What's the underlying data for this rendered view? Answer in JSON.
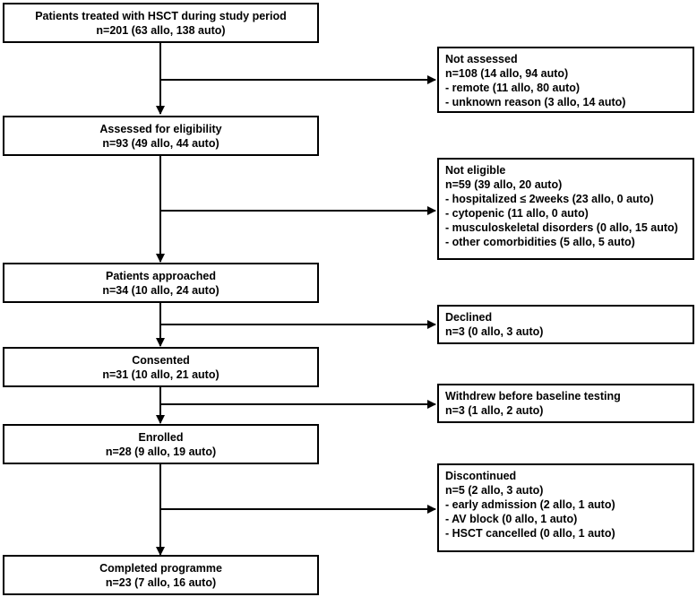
{
  "main_steps": [
    {
      "title": "Patients treated with HSCT during study period",
      "detail": "n=201 (63 allo, 138 auto)"
    },
    {
      "title": "Assessed for eligibility",
      "detail": "n=93 (49 allo, 44 auto)"
    },
    {
      "title": "Patients approached",
      "detail": "n=34 (10 allo, 24 auto)"
    },
    {
      "title": "Consented",
      "detail": "n=31 (10 allo, 21 auto)"
    },
    {
      "title": "Enrolled",
      "detail": "n=28 (9 allo, 19 auto)"
    },
    {
      "title": "Completed programme",
      "detail": "n=23 (7 allo, 16 auto)"
    }
  ],
  "exclusions": [
    {
      "title": "Not assessed",
      "lines": [
        "n=108 (14 allo, 94 auto)",
        "- remote (11 allo, 80 auto)",
        "- unknown reason (3 allo, 14 auto)"
      ]
    },
    {
      "title": "Not eligible",
      "lines": [
        "n=59 (39 allo, 20 auto)",
        "- hospitalized ≤ 2weeks (23 allo, 0 auto)",
        "- cytopenic (11 allo, 0 auto)",
        "- musculoskeletal disorders (0 allo, 15 auto)",
        "- other comorbidities (5 allo, 5 auto)"
      ]
    },
    {
      "title": "Declined",
      "lines": [
        "n=3 (0 allo, 3 auto)"
      ]
    },
    {
      "title": "Withdrew before baseline testing",
      "lines": [
        "n=3 (1 allo, 2 auto)"
      ]
    },
    {
      "title": "Discontinued",
      "lines": [
        "n=5 (2 allo, 3 auto)",
        "- early admission (2 allo, 1 auto)",
        "- AV block (0 allo, 1 auto)",
        "- HSCT cancelled (0 allo, 1 auto)"
      ]
    }
  ]
}
